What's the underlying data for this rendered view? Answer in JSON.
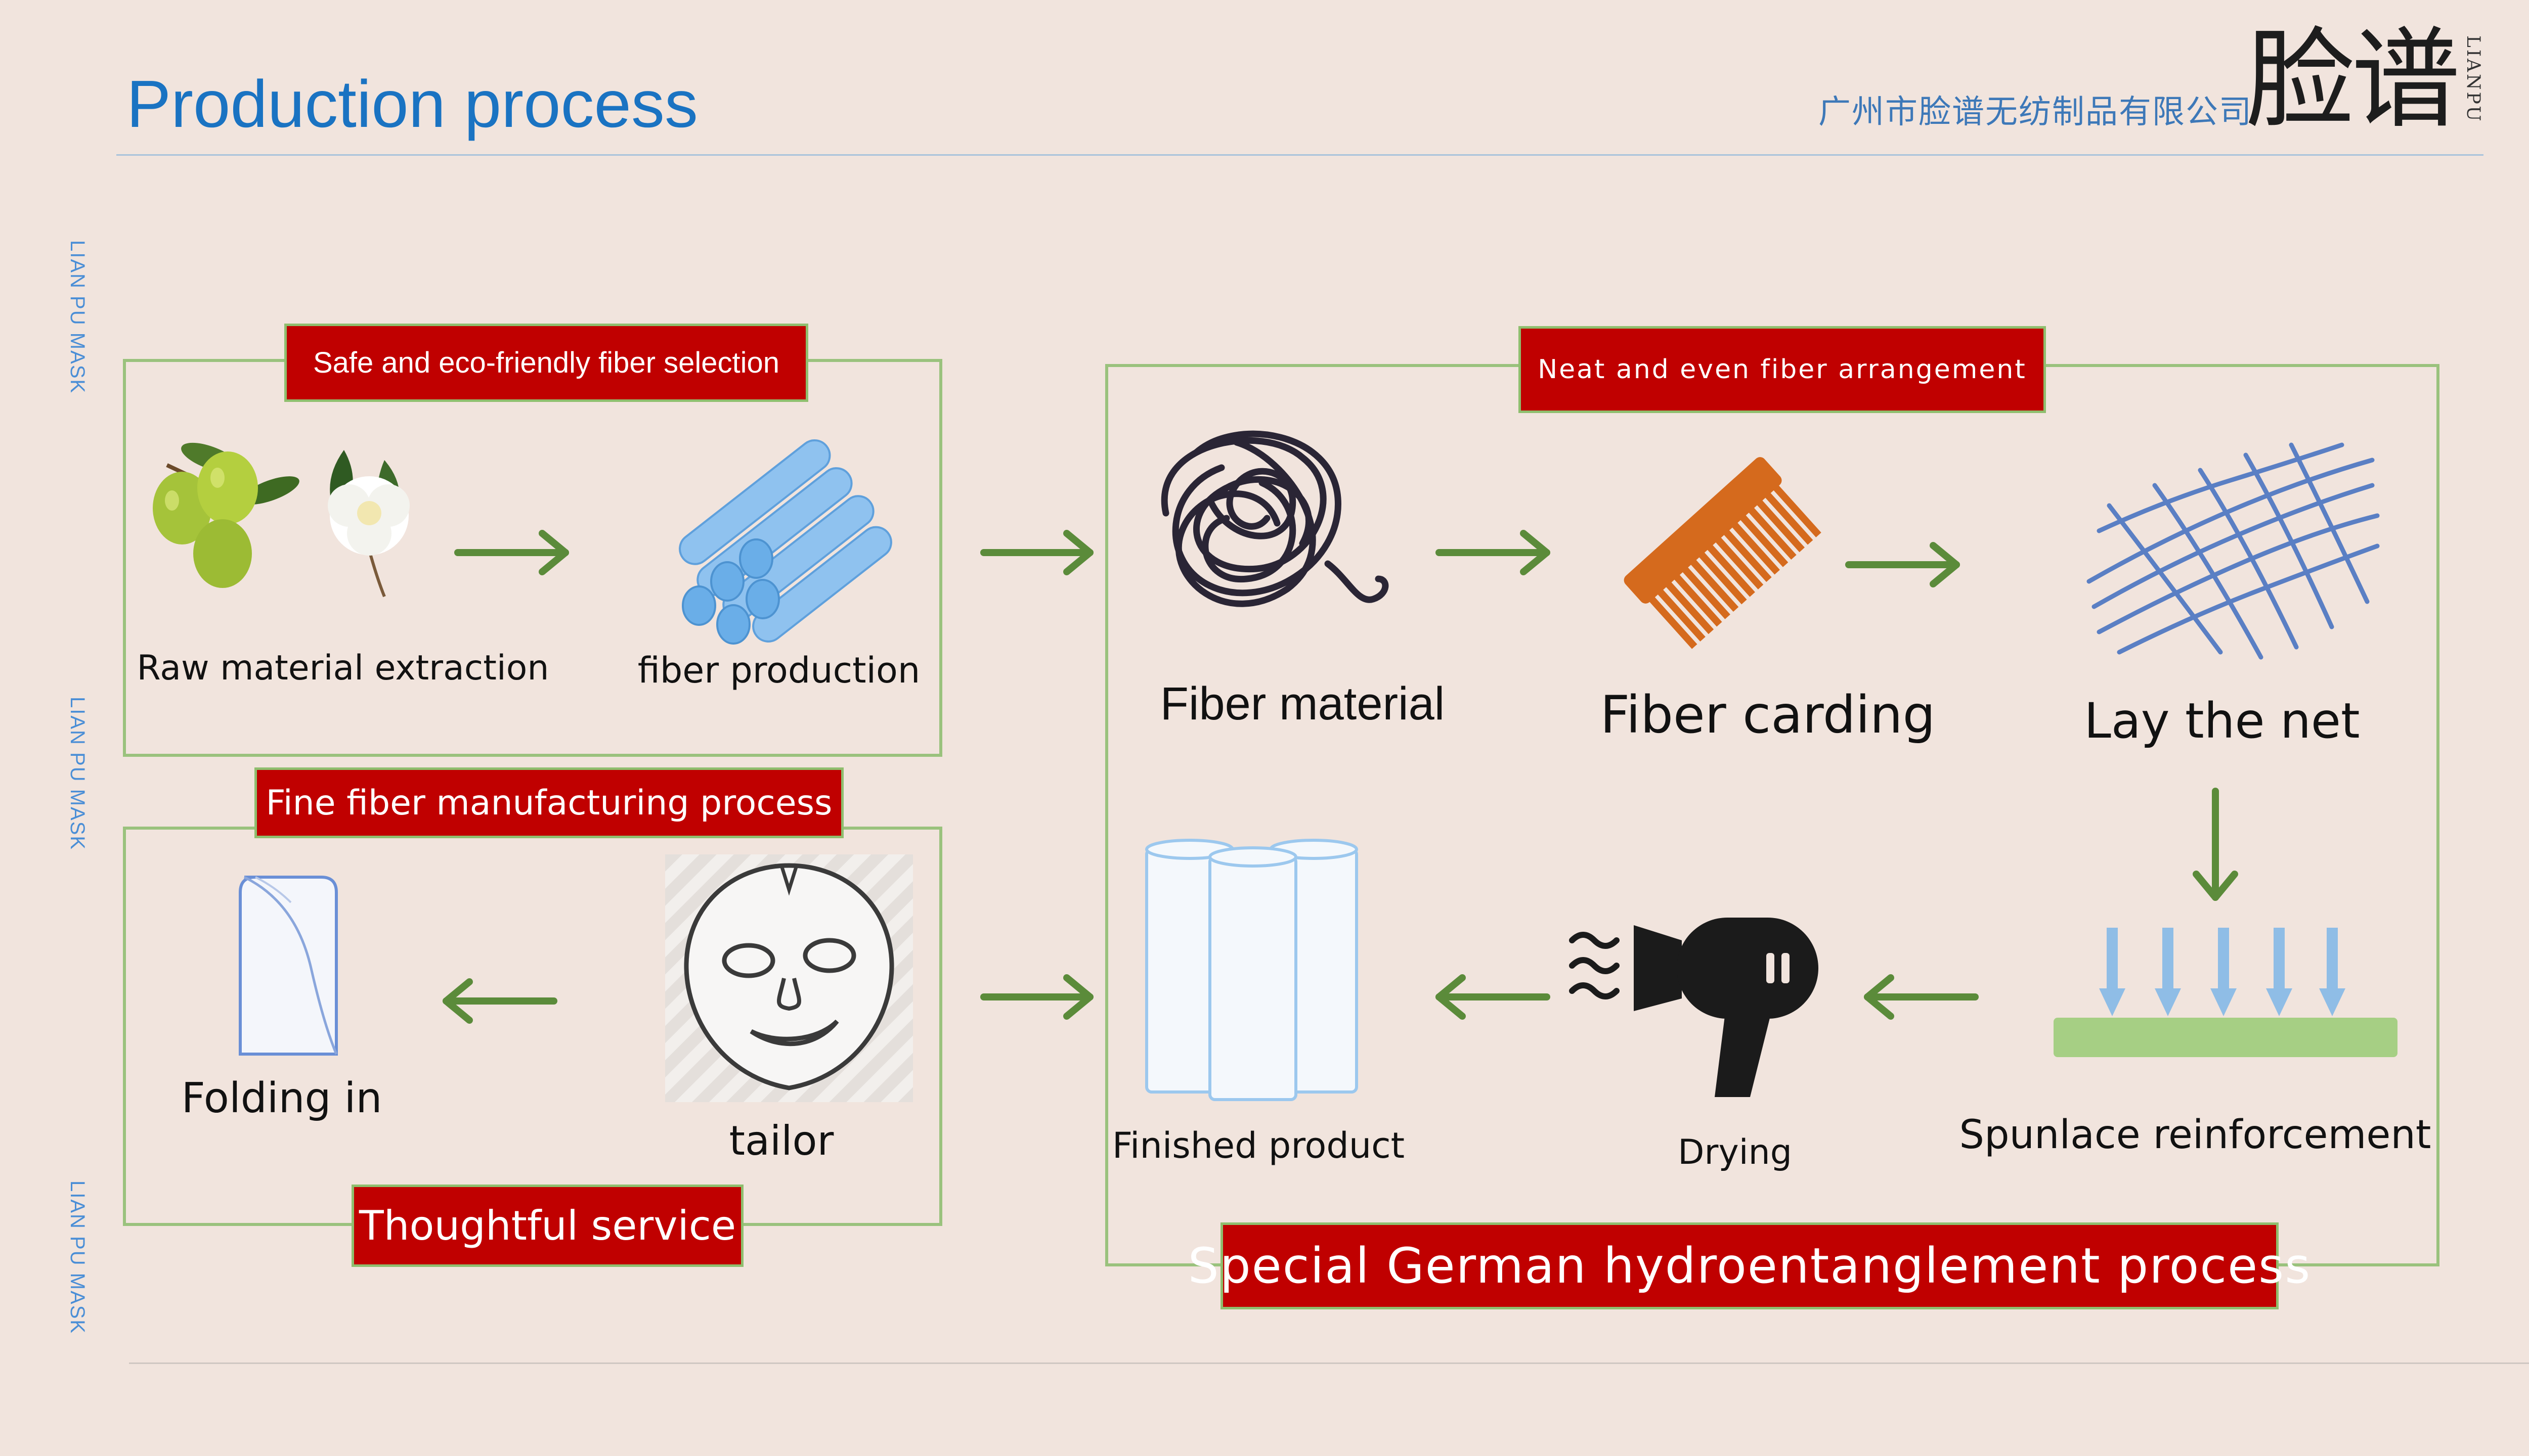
{
  "header": {
    "title": "Production process",
    "company_name": "广州市脸谱无纺制品有限公司",
    "logo_text": "脸谱",
    "logo_latin": "LIANPU"
  },
  "side_watermark": "LIAN PU MASK",
  "sections": {
    "fiber_selection": {
      "tag": "Safe and eco-friendly fiber selection",
      "steps": [
        "Raw material extraction",
        "fiber production"
      ]
    },
    "fine_fiber": {
      "tag": "Fine fiber manufacturing process",
      "steps": [
        "tailor",
        "Folding in"
      ]
    },
    "service": {
      "tag": "Thoughtful service"
    },
    "hydroentanglement": {
      "top_tag": "Neat and even fiber arrangement",
      "bottom_tag": "Special German hydroentanglement process",
      "steps": [
        "Fiber material",
        "Fiber carding",
        "Lay the net",
        "Spunlace reinforcement",
        "Drying",
        "Finished product"
      ]
    }
  },
  "icons": {
    "raw_material": "olive-and-camellia-icon",
    "fiber_production": "fiber-rolls-icon",
    "fiber_material": "fiber-tangle-icon",
    "carding": "comb-icon",
    "net": "fiber-net-icon",
    "spunlace": "water-jets-icon",
    "drying": "hair-dryer-icon",
    "finished": "rolls-icon",
    "tailor": "face-mask-icon",
    "folding": "folded-mask-icon"
  },
  "colors": {
    "title_blue": "#1a73c2",
    "tag_red": "#c00000",
    "frame_green": "#9ac27d",
    "arrow_green": "#5b8b3a",
    "background": "#f1e4dd"
  }
}
